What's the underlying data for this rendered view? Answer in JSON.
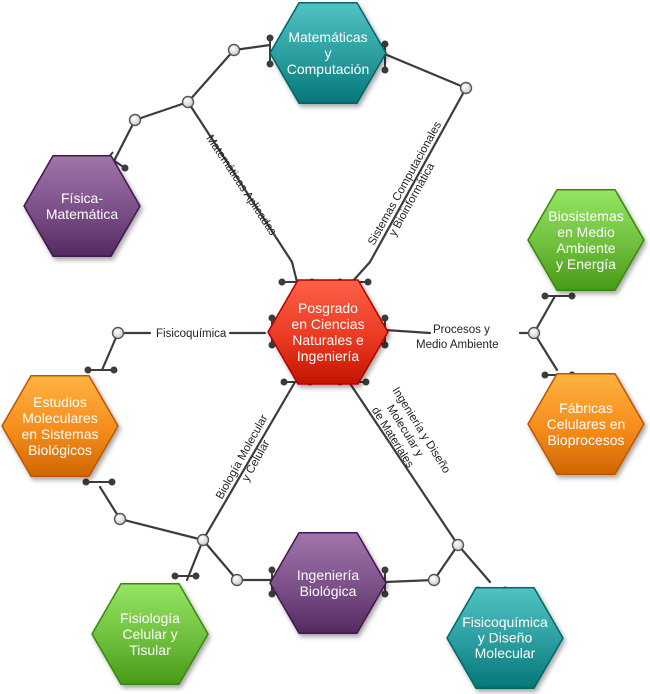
{
  "center": {
    "lines": [
      "Posgrado",
      "en Ciencias",
      "Naturales e",
      "Ingeniería"
    ],
    "color": "#ea3a22"
  },
  "nodes": {
    "matematicas_computacion": {
      "lines": [
        "Matemáticas",
        "y",
        "Computación"
      ],
      "color": "#2a9c9e"
    },
    "fisica_matematica": {
      "lines": [
        "Física-",
        "Matemática"
      ],
      "color": "#7a4f86"
    },
    "biosistemas": {
      "lines": [
        "Biosistemas",
        "en Medio",
        "Ambiente",
        "y Energía"
      ],
      "color": "#6fbf3e"
    },
    "fabricas_celulares": {
      "lines": [
        "Fábricas",
        "Celulares en",
        "Bioprocesos"
      ],
      "color": "#f58c1b"
    },
    "estudios_moleculares": {
      "lines": [
        "Estudios",
        "Moleculares",
        "en Sistemas",
        "Biológicos"
      ],
      "color": "#f58c1b"
    },
    "ingenieria_biologica": {
      "lines": [
        "Ingeniería",
        "Biológica"
      ],
      "color": "#7a4f86"
    },
    "fisiologia": {
      "lines": [
        "Fisiología",
        "Celular y",
        "Tisular"
      ],
      "color": "#6fbf3e"
    },
    "fisicoquimica_diseno": {
      "lines": [
        "Fisicoquímica",
        "y Diseño",
        "Molecular"
      ],
      "color": "#2a9c9e"
    }
  },
  "branches": {
    "matematicas_aplicadas": "Matemáticas Aplicadas",
    "sistemas_computacionales": [
      "Sistemas Computacionales",
      "y Bioinformática"
    ],
    "fisicoquimica": "Fisicoquímica",
    "procesos": [
      "Procesos y",
      "Medio Ambiente"
    ],
    "biologia": [
      "Biología Molecular",
      "y Celular"
    ],
    "ingenieria_diseno": [
      "Ingeniería y Diseño",
      "Molecular y",
      "de Materiales"
    ]
  }
}
